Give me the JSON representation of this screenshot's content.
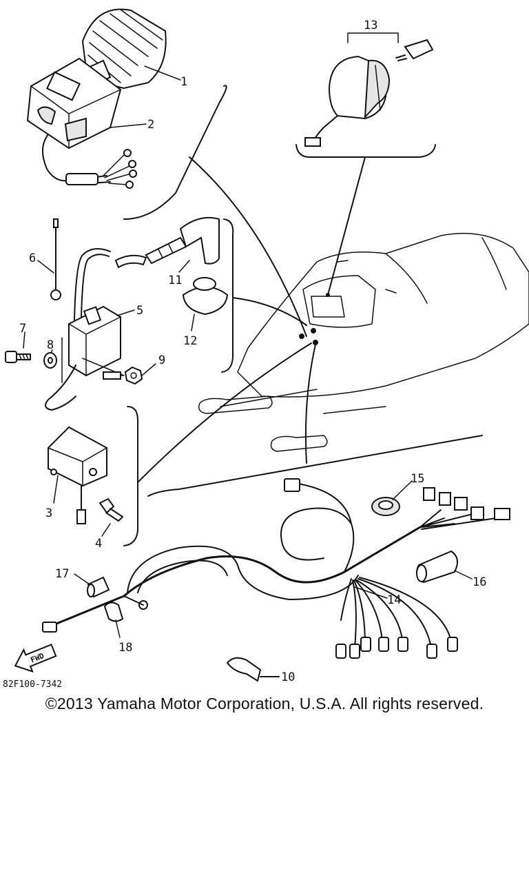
{
  "diagram": {
    "callouts": [
      "1",
      "2",
      "3",
      "4",
      "5",
      "6",
      "7",
      "8",
      "9",
      "10",
      "11",
      "12",
      "13",
      "14",
      "15",
      "16",
      "17",
      "18"
    ],
    "direction_arrow_text": "FWD",
    "drawing_code": "82F100-7342"
  },
  "footer": {
    "copyright": "©2013 Yamaha Motor Corporation, U.S.A. All rights reserved."
  }
}
